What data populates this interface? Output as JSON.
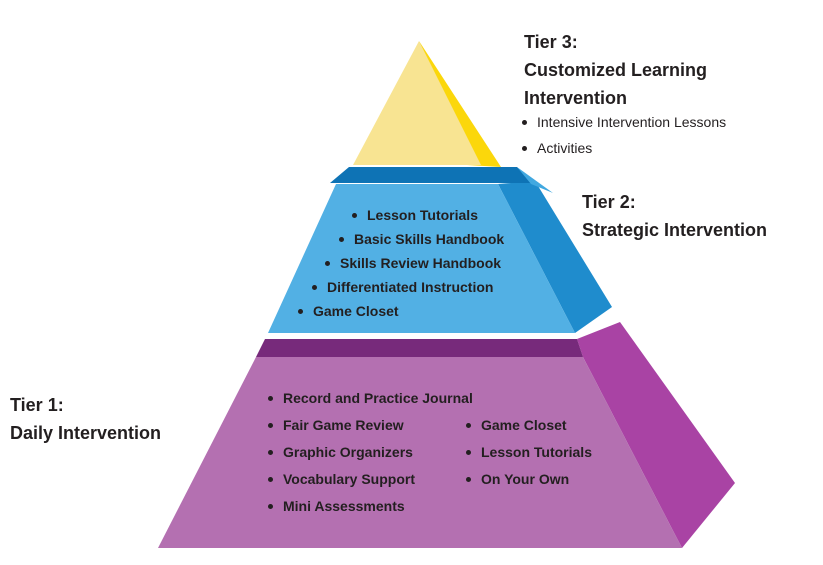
{
  "colors": {
    "text": "#231F20",
    "tier3_front": "#F8E492",
    "tier3_side": "#FBD70B",
    "tier2_top": "#0E73B5",
    "tier2_front": "#52B0E4",
    "tier2_side": "#1F8CCD",
    "tier2_corner": "#41A8E0",
    "tier1_top": "#772A7B",
    "tier1_front": "#B470B1",
    "tier1_side": "#A943A4"
  },
  "tier3": {
    "heading": {
      "line1": "Tier 3:",
      "line2": "Customized Learning",
      "line3": "Intervention"
    },
    "items": [
      "Intensive Intervention Lessons",
      "Activities"
    ]
  },
  "tier2": {
    "heading": {
      "line1": "Tier 2:",
      "line2": "Strategic Intervention"
    },
    "items": [
      "Lesson Tutorials",
      "Basic Skills Handbook",
      "Skills Review Handbook",
      "Differentiated Instruction",
      "Game Closet"
    ]
  },
  "tier1": {
    "heading": {
      "line1": "Tier 1:",
      "line2": "Daily Intervention"
    },
    "items_left": [
      "Record and Practice Journal",
      "Fair Game Review",
      "Graphic Organizers",
      "Vocabulary Support",
      "Mini Assessments"
    ],
    "items_right": [
      "Game Closet",
      "Lesson Tutorials",
      "On Your Own"
    ]
  }
}
